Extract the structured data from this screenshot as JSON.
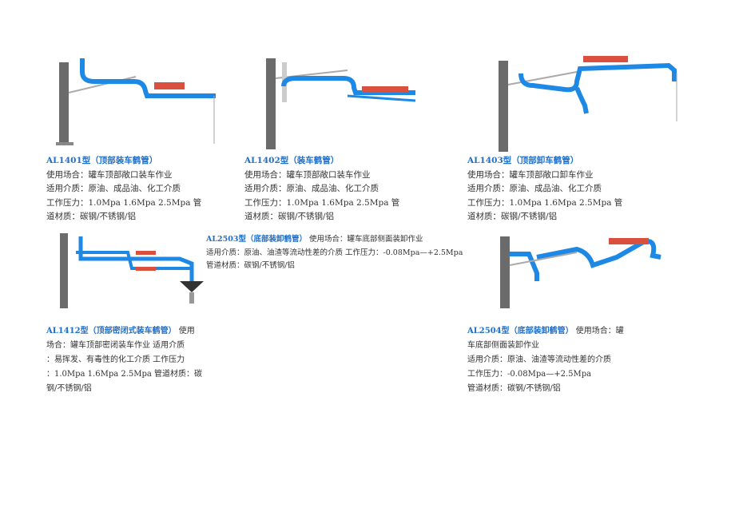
{
  "colors": {
    "title": "#1f6fc9",
    "pipe": "#1e88e5",
    "cylinder": "#d9503f",
    "column": "#6b6b6b"
  },
  "products": [
    {
      "title": "AL1401型（顶部装车鹤管）",
      "lines": [
        "使用场合：罐车顶部敞口装车作业",
        "适用介质：原油、成品油、化工介质",
        "工作压力：1.0Mpa 1.6Mpa 2.5Mpa 管",
        "道材质：碳钢/不锈钢/铝"
      ]
    },
    {
      "title": "AL1402型（装车鹤管）",
      "lines": [
        "使用场合：罐车顶部敞口装车作业",
        "适用介质：原油、成品油、化工介质",
        "工作压力：1.0Mpa 1.6Mpa 2.5Mpa 管",
        "道材质：碳钢/不锈钢/铝"
      ]
    },
    {
      "title": "AL1403型（顶部卸车鹤管）",
      "lines": [
        "使用场合：罐车顶部敞口卸车作业",
        "适用介质：原油、成品油、化工介质",
        "工作压力：1.0Mpa 1.6Mpa 2.5Mpa 管",
        "道材质：碳钢/不锈钢/铝"
      ]
    },
    {
      "title": "AL1412型（顶部密闭式装车鹤管）",
      "title_tail": " 使用",
      "lines": [
        "场合：罐车顶部密闭装车作业  适用介质",
        "：易挥发、有毒性的化工介质  工作压力",
        "：1.0Mpa 1.6Mpa 2.5Mpa 管道材质：碳",
        "钢/不锈钢/铝"
      ]
    },
    {
      "title": "AL2503型（底部装卸鹤管）",
      "title_tail": " 使用场合：罐车底部侧面装卸作业",
      "lines": [
        "适用介质：原油、油渣等流动性差的介质  工作压力：-0.08Mpa—+2.5Mpa",
        "管道材质：碳钢/不锈钢/铝"
      ]
    },
    {
      "title": "AL2504型（底部装卸鹤管）",
      "title_tail": " 使用场合：罐",
      "lines": [
        "车底部侧面装卸作业",
        "适用介质：原油、油渣等流动性差的介质",
        "工作压力：-0.08Mpa—+2.5Mpa",
        "管道材质：碳钢/不锈钢/铝"
      ]
    }
  ]
}
